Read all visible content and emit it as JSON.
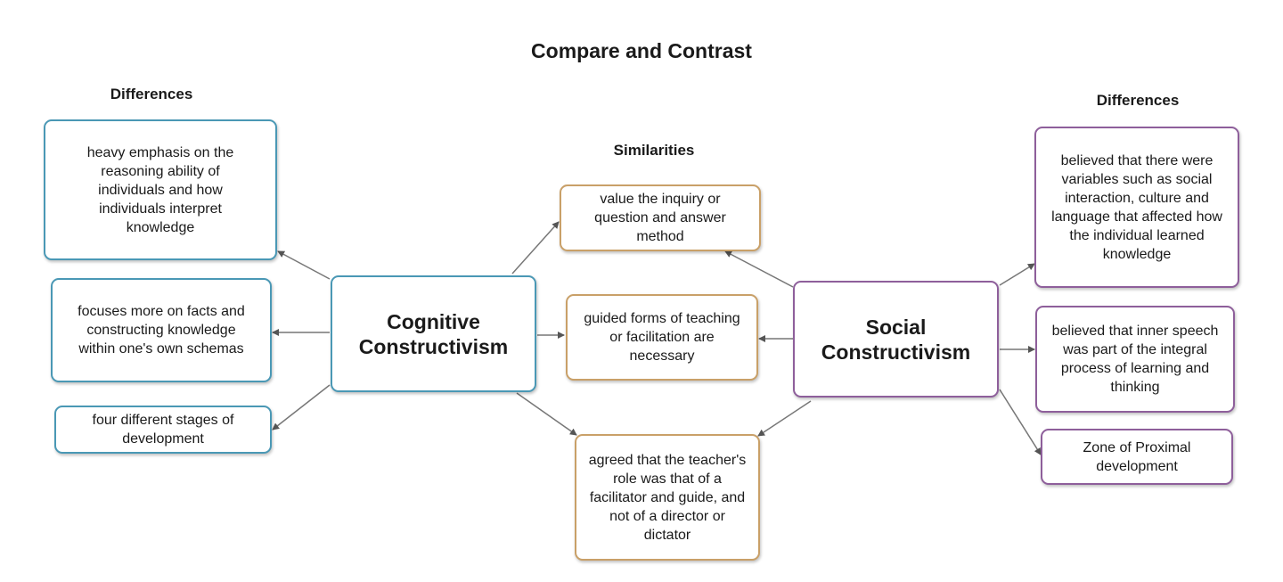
{
  "title": "Compare and Contrast",
  "headings": {
    "left": "Differences",
    "center": "Similarities",
    "right": "Differences"
  },
  "center_nodes": {
    "cognitive": "Cognitive Constructivism",
    "social": "Social Constructivism"
  },
  "cognitive_differences": [
    "heavy emphasis on the reasoning ability of individuals and how individuals interpret knowledge",
    "focuses more on facts and constructing knowledge within one's own schemas",
    "four different stages of development"
  ],
  "similarities": [
    "value the inquiry or question and answer method",
    "guided forms of teaching or facilitation are necessary",
    "agreed that the teacher's role was that of a facilitator and guide, and not of a director or dictator"
  ],
  "social_differences": [
    "believed that there were variables such as social interaction, culture and language that affected how the individual learned knowledge",
    "believed that inner speech was part of the integral process of learning and thinking",
    "Zone of Proximal development"
  ],
  "colors": {
    "cognitive_border": "#4a98b5",
    "similarity_border": "#c9a068",
    "social_border": "#8e5f9b",
    "arrow": "#555555"
  }
}
